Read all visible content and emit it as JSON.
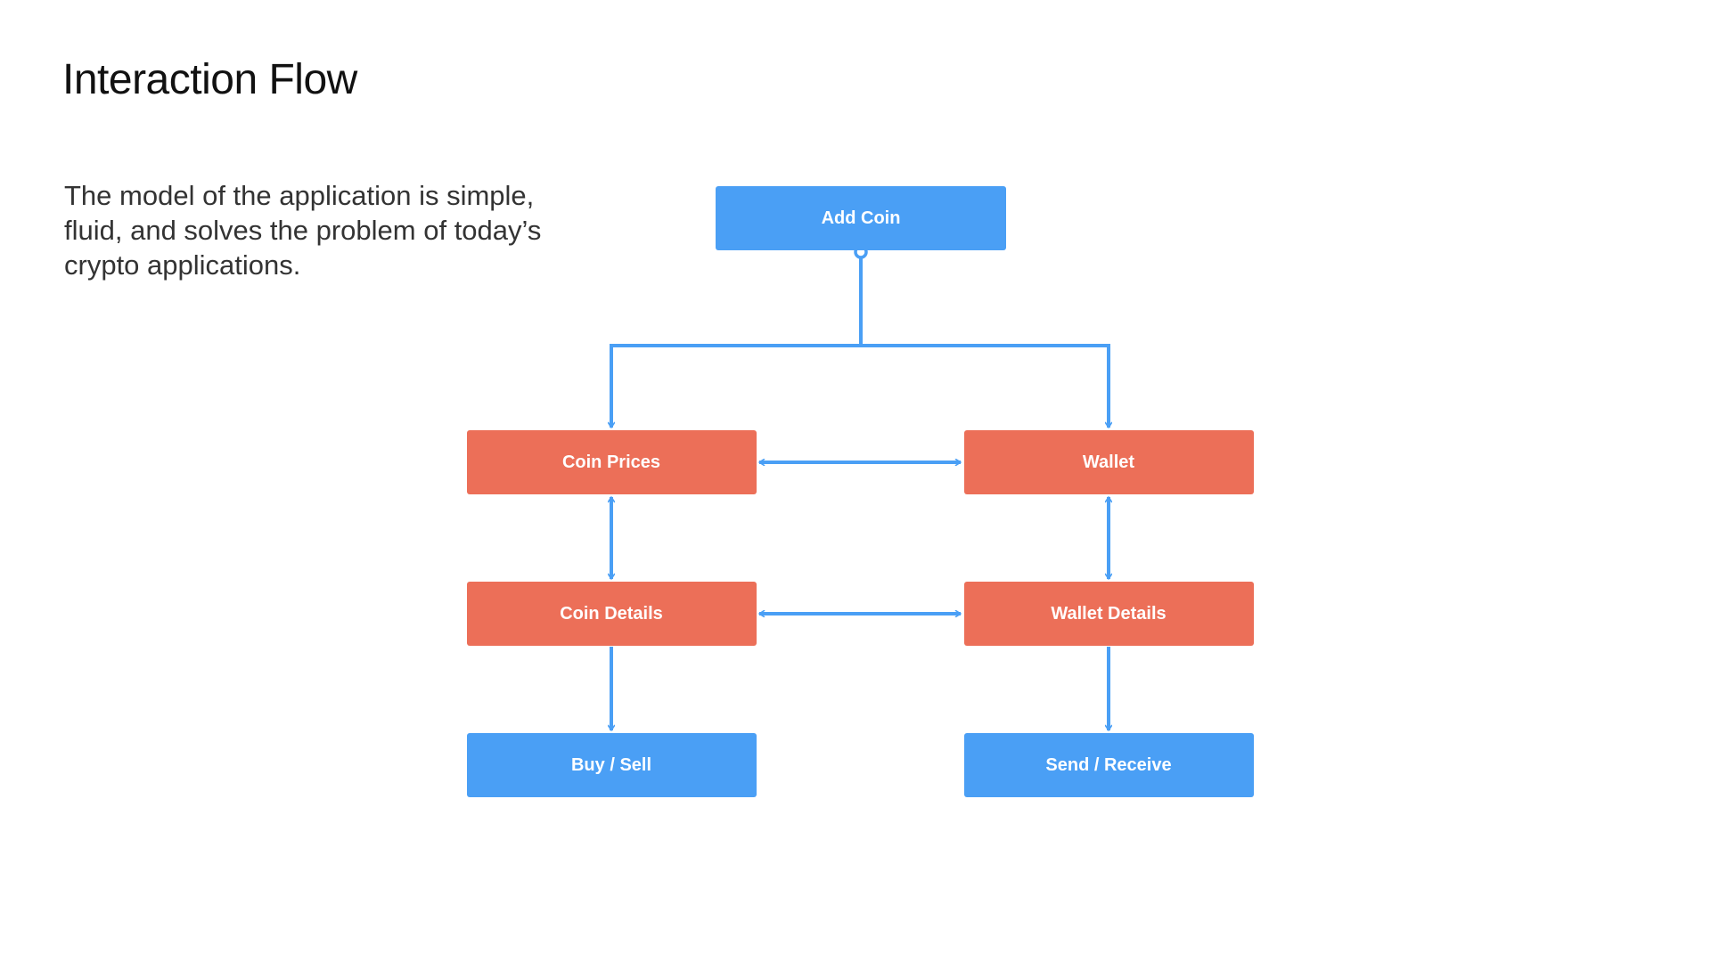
{
  "page": {
    "title": "Interaction Flow",
    "description_lines": [
      "The model of the application is simple,",
      "fluid, and solves the problem of today’s",
      "crypto applications."
    ]
  },
  "colors": {
    "primary_node": "#4A9FF5",
    "secondary_node": "#EC6F58",
    "connector": "#4A9FF5",
    "background": "#FFFFFF"
  },
  "diagram": {
    "nodes": {
      "add_coin": "Add Coin",
      "coin_prices": "Coin Prices",
      "wallet": "Wallet",
      "coin_details": "Coin Details",
      "wallet_details": "Wallet Details",
      "buy_sell": "Buy / Sell",
      "send_receive": "Send / Receive"
    }
  }
}
